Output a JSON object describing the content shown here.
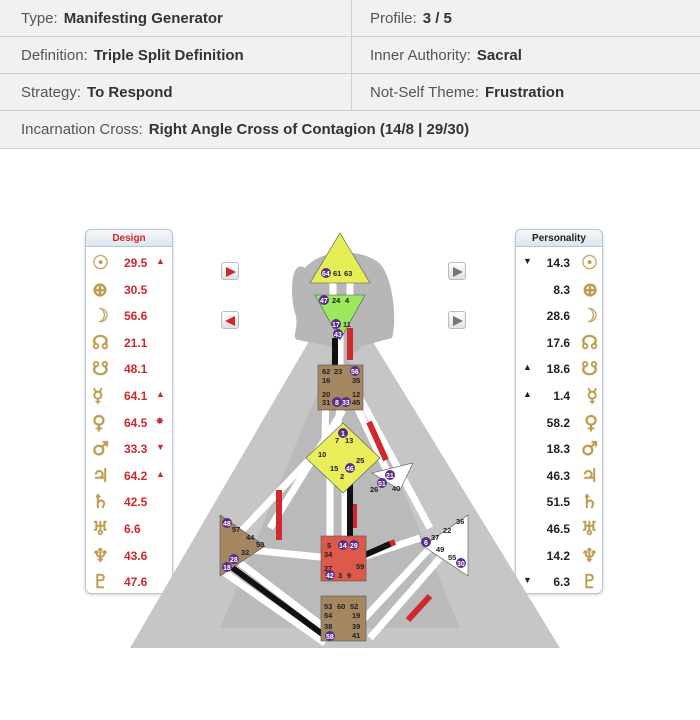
{
  "info": {
    "type_label": "Type:",
    "type_value": "Manifesting Generator",
    "profile_label": "Profile:",
    "profile_value": "3 / 5",
    "definition_label": "Definition:",
    "definition_value": "Triple Split Definition",
    "authority_label": "Inner Authority:",
    "authority_value": "Sacral",
    "strategy_label": "Strategy:",
    "strategy_value": "To Respond",
    "notself_label": "Not-Self Theme:",
    "notself_value": "Frustration",
    "cross_label": "Incarnation Cross:",
    "cross_value": "Right Angle Cross of Contagion (14/8 | 29/30)"
  },
  "design": {
    "title": "Design",
    "rows": [
      {
        "planet": "sun-icon",
        "glyph": "☉",
        "gate": "29.5",
        "mark": "▲"
      },
      {
        "planet": "earth-icon",
        "glyph": "⊕",
        "gate": "30.5",
        "mark": ""
      },
      {
        "planet": "moon-icon",
        "glyph": "☽",
        "gate": "56.6",
        "mark": ""
      },
      {
        "planet": "north-node-icon",
        "glyph": "☊",
        "gate": "21.1",
        "mark": ""
      },
      {
        "planet": "south-node-icon",
        "glyph": "☋",
        "gate": "48.1",
        "mark": ""
      },
      {
        "planet": "mercury-icon",
        "glyph": "☿",
        "gate": "64.1",
        "mark": "▲"
      },
      {
        "planet": "venus-icon",
        "glyph": "♀",
        "gate": "64.5",
        "mark": "✸"
      },
      {
        "planet": "mars-icon",
        "glyph": "♂",
        "gate": "33.3",
        "mark": "▼"
      },
      {
        "planet": "jupiter-icon",
        "glyph": "♃",
        "gate": "64.2",
        "mark": "▲"
      },
      {
        "planet": "saturn-icon",
        "glyph": "♄",
        "gate": "42.5",
        "mark": ""
      },
      {
        "planet": "uranus-icon",
        "glyph": "♅",
        "gate": "6.6",
        "mark": ""
      },
      {
        "planet": "neptune-icon",
        "glyph": "♆",
        "gate": "43.6",
        "mark": ""
      },
      {
        "planet": "pluto-icon",
        "glyph": "♇",
        "gate": "47.6",
        "mark": ""
      }
    ]
  },
  "personality": {
    "title": "Personality",
    "rows": [
      {
        "planet": "sun-icon",
        "glyph": "☉",
        "gate": "14.3",
        "mark": "▼"
      },
      {
        "planet": "earth-icon",
        "glyph": "⊕",
        "gate": "8.3",
        "mark": ""
      },
      {
        "planet": "moon-icon",
        "glyph": "☽",
        "gate": "28.6",
        "mark": ""
      },
      {
        "planet": "north-node-icon",
        "glyph": "☊",
        "gate": "17.6",
        "mark": ""
      },
      {
        "planet": "south-node-icon",
        "glyph": "☋",
        "gate": "18.6",
        "mark": "▲"
      },
      {
        "planet": "mercury-icon",
        "glyph": "☿",
        "gate": "1.4",
        "mark": "▲"
      },
      {
        "planet": "venus-icon",
        "glyph": "♀",
        "gate": "58.2",
        "mark": ""
      },
      {
        "planet": "mars-icon",
        "glyph": "♂",
        "gate": "18.3",
        "mark": ""
      },
      {
        "planet": "jupiter-icon",
        "glyph": "♃",
        "gate": "46.3",
        "mark": ""
      },
      {
        "planet": "saturn-icon",
        "glyph": "♄",
        "gate": "51.5",
        "mark": ""
      },
      {
        "planet": "uranus-icon",
        "glyph": "♅",
        "gate": "46.5",
        "mark": ""
      },
      {
        "planet": "neptune-icon",
        "glyph": "♆",
        "gate": "14.2",
        "mark": ""
      },
      {
        "planet": "pluto-icon",
        "glyph": "♇",
        "gate": "6.3",
        "mark": "▼"
      }
    ]
  },
  "bodygraph": {
    "head_gates": [
      "64",
      "61",
      "63"
    ],
    "ajna_gates": [
      "47",
      "24",
      "4",
      "17",
      "11",
      "43"
    ],
    "throat_gates": [
      "62",
      "23",
      "56",
      "16",
      "35",
      "20",
      "12",
      "31",
      "8",
      "33",
      "45"
    ],
    "g_gates": [
      "1",
      "7",
      "13",
      "10",
      "25",
      "15",
      "46",
      "2"
    ],
    "ego_gates": [
      "21",
      "51",
      "26",
      "40"
    ],
    "spleen_gates": [
      "48",
      "57",
      "44",
      "50",
      "32",
      "28",
      "18"
    ],
    "sacral_gates": [
      "5",
      "14",
      "29",
      "34",
      "27",
      "42",
      "3",
      "9",
      "59"
    ],
    "solar_plexus_gates": [
      "36",
      "22",
      "37",
      "6",
      "49",
      "55",
      "30"
    ],
    "root_gates": [
      "53",
      "60",
      "52",
      "54",
      "19",
      "38",
      "39",
      "58",
      "41"
    ],
    "colors": {
      "design": "#d0282c",
      "personality": "#111111",
      "head": "#e6ee55",
      "ajna": "#9be85c",
      "throat": "#a48660",
      "g": "#e9ee5a",
      "sacral": "#dd5a4a",
      "root": "#a48660"
    }
  }
}
